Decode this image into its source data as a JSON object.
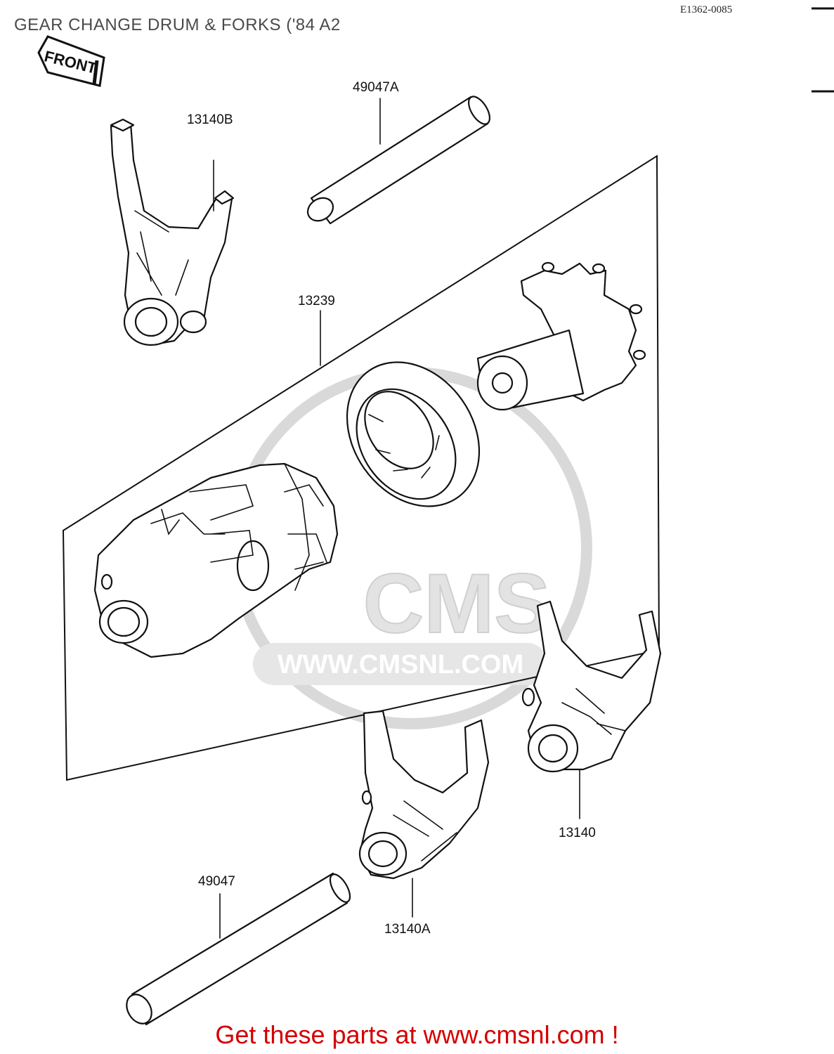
{
  "header": {
    "title": "GEAR CHANGE DRUM & FORKS ('84 A2",
    "code": "E1362-0085"
  },
  "orientation": {
    "front_label": "FRONT"
  },
  "parts": {
    "shaft_upper": "49047A",
    "fork_upper_left": "13140B",
    "drum_assembly": "13239",
    "fork_right": "13140",
    "fork_lower_middle": "13140A",
    "shaft_lower": "49047"
  },
  "watermark": {
    "brand": "CMS",
    "url": "WWW.CMSNL.COM"
  },
  "footer": {
    "promo": "Get these parts at www.cmsnl.com !"
  },
  "colors": {
    "footer_text": "#d40000",
    "title_text": "#4a4a4a",
    "watermark": "#d9d9d9"
  }
}
